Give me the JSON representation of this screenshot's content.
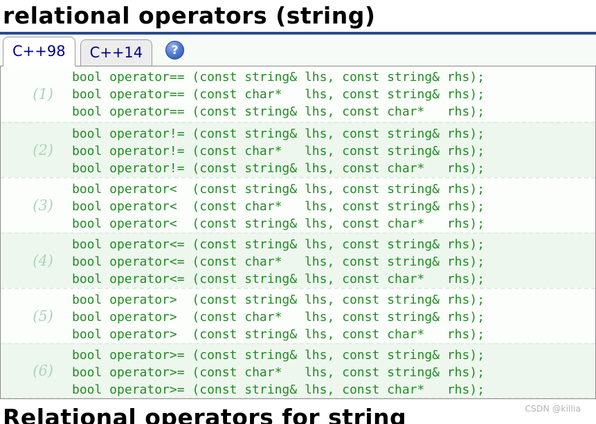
{
  "page": {
    "title": "relational operators (string)",
    "section_heading": "Relational operators for string",
    "watermark": "CSDN @killia"
  },
  "tabs": [
    {
      "label": "C++98",
      "active": true
    },
    {
      "label": "C++14",
      "active": false
    }
  ],
  "help": {
    "glyph": "?"
  },
  "colors": {
    "title_rule": "#274a8d",
    "tab_text": "#00008b",
    "code_green": "#228b22",
    "block_even_bg": "#edf7ee",
    "block_odd_bg": "#fbfefb",
    "number_green": "#a9d5b6",
    "border_gray": "#8a8a8a"
  },
  "declarations": [
    {
      "number": "(1)",
      "lines": [
        "bool operator== (const string& lhs, const string& rhs);",
        "bool operator== (const char*   lhs, const string& rhs);",
        "bool operator== (const string& lhs, const char*   rhs);"
      ]
    },
    {
      "number": "(2)",
      "lines": [
        "bool operator!= (const string& lhs, const string& rhs);",
        "bool operator!= (const char*   lhs, const string& rhs);",
        "bool operator!= (const string& lhs, const char*   rhs);"
      ]
    },
    {
      "number": "(3)",
      "lines": [
        "bool operator<  (const string& lhs, const string& rhs);",
        "bool operator<  (const char*   lhs, const string& rhs);",
        "bool operator<  (const string& lhs, const char*   rhs);"
      ]
    },
    {
      "number": "(4)",
      "lines": [
        "bool operator<= (const string& lhs, const string& rhs);",
        "bool operator<= (const char*   lhs, const string& rhs);",
        "bool operator<= (const string& lhs, const char*   rhs);"
      ]
    },
    {
      "number": "(5)",
      "lines": [
        "bool operator>  (const string& lhs, const string& rhs);",
        "bool operator>  (const char*   lhs, const string& rhs);",
        "bool operator>  (const string& lhs, const char*   rhs);"
      ]
    },
    {
      "number": "(6)",
      "lines": [
        "bool operator>= (const string& lhs, const string& rhs);",
        "bool operator>= (const char*   lhs, const string& rhs);",
        "bool operator>= (const string& lhs, const char*   rhs);"
      ]
    }
  ]
}
